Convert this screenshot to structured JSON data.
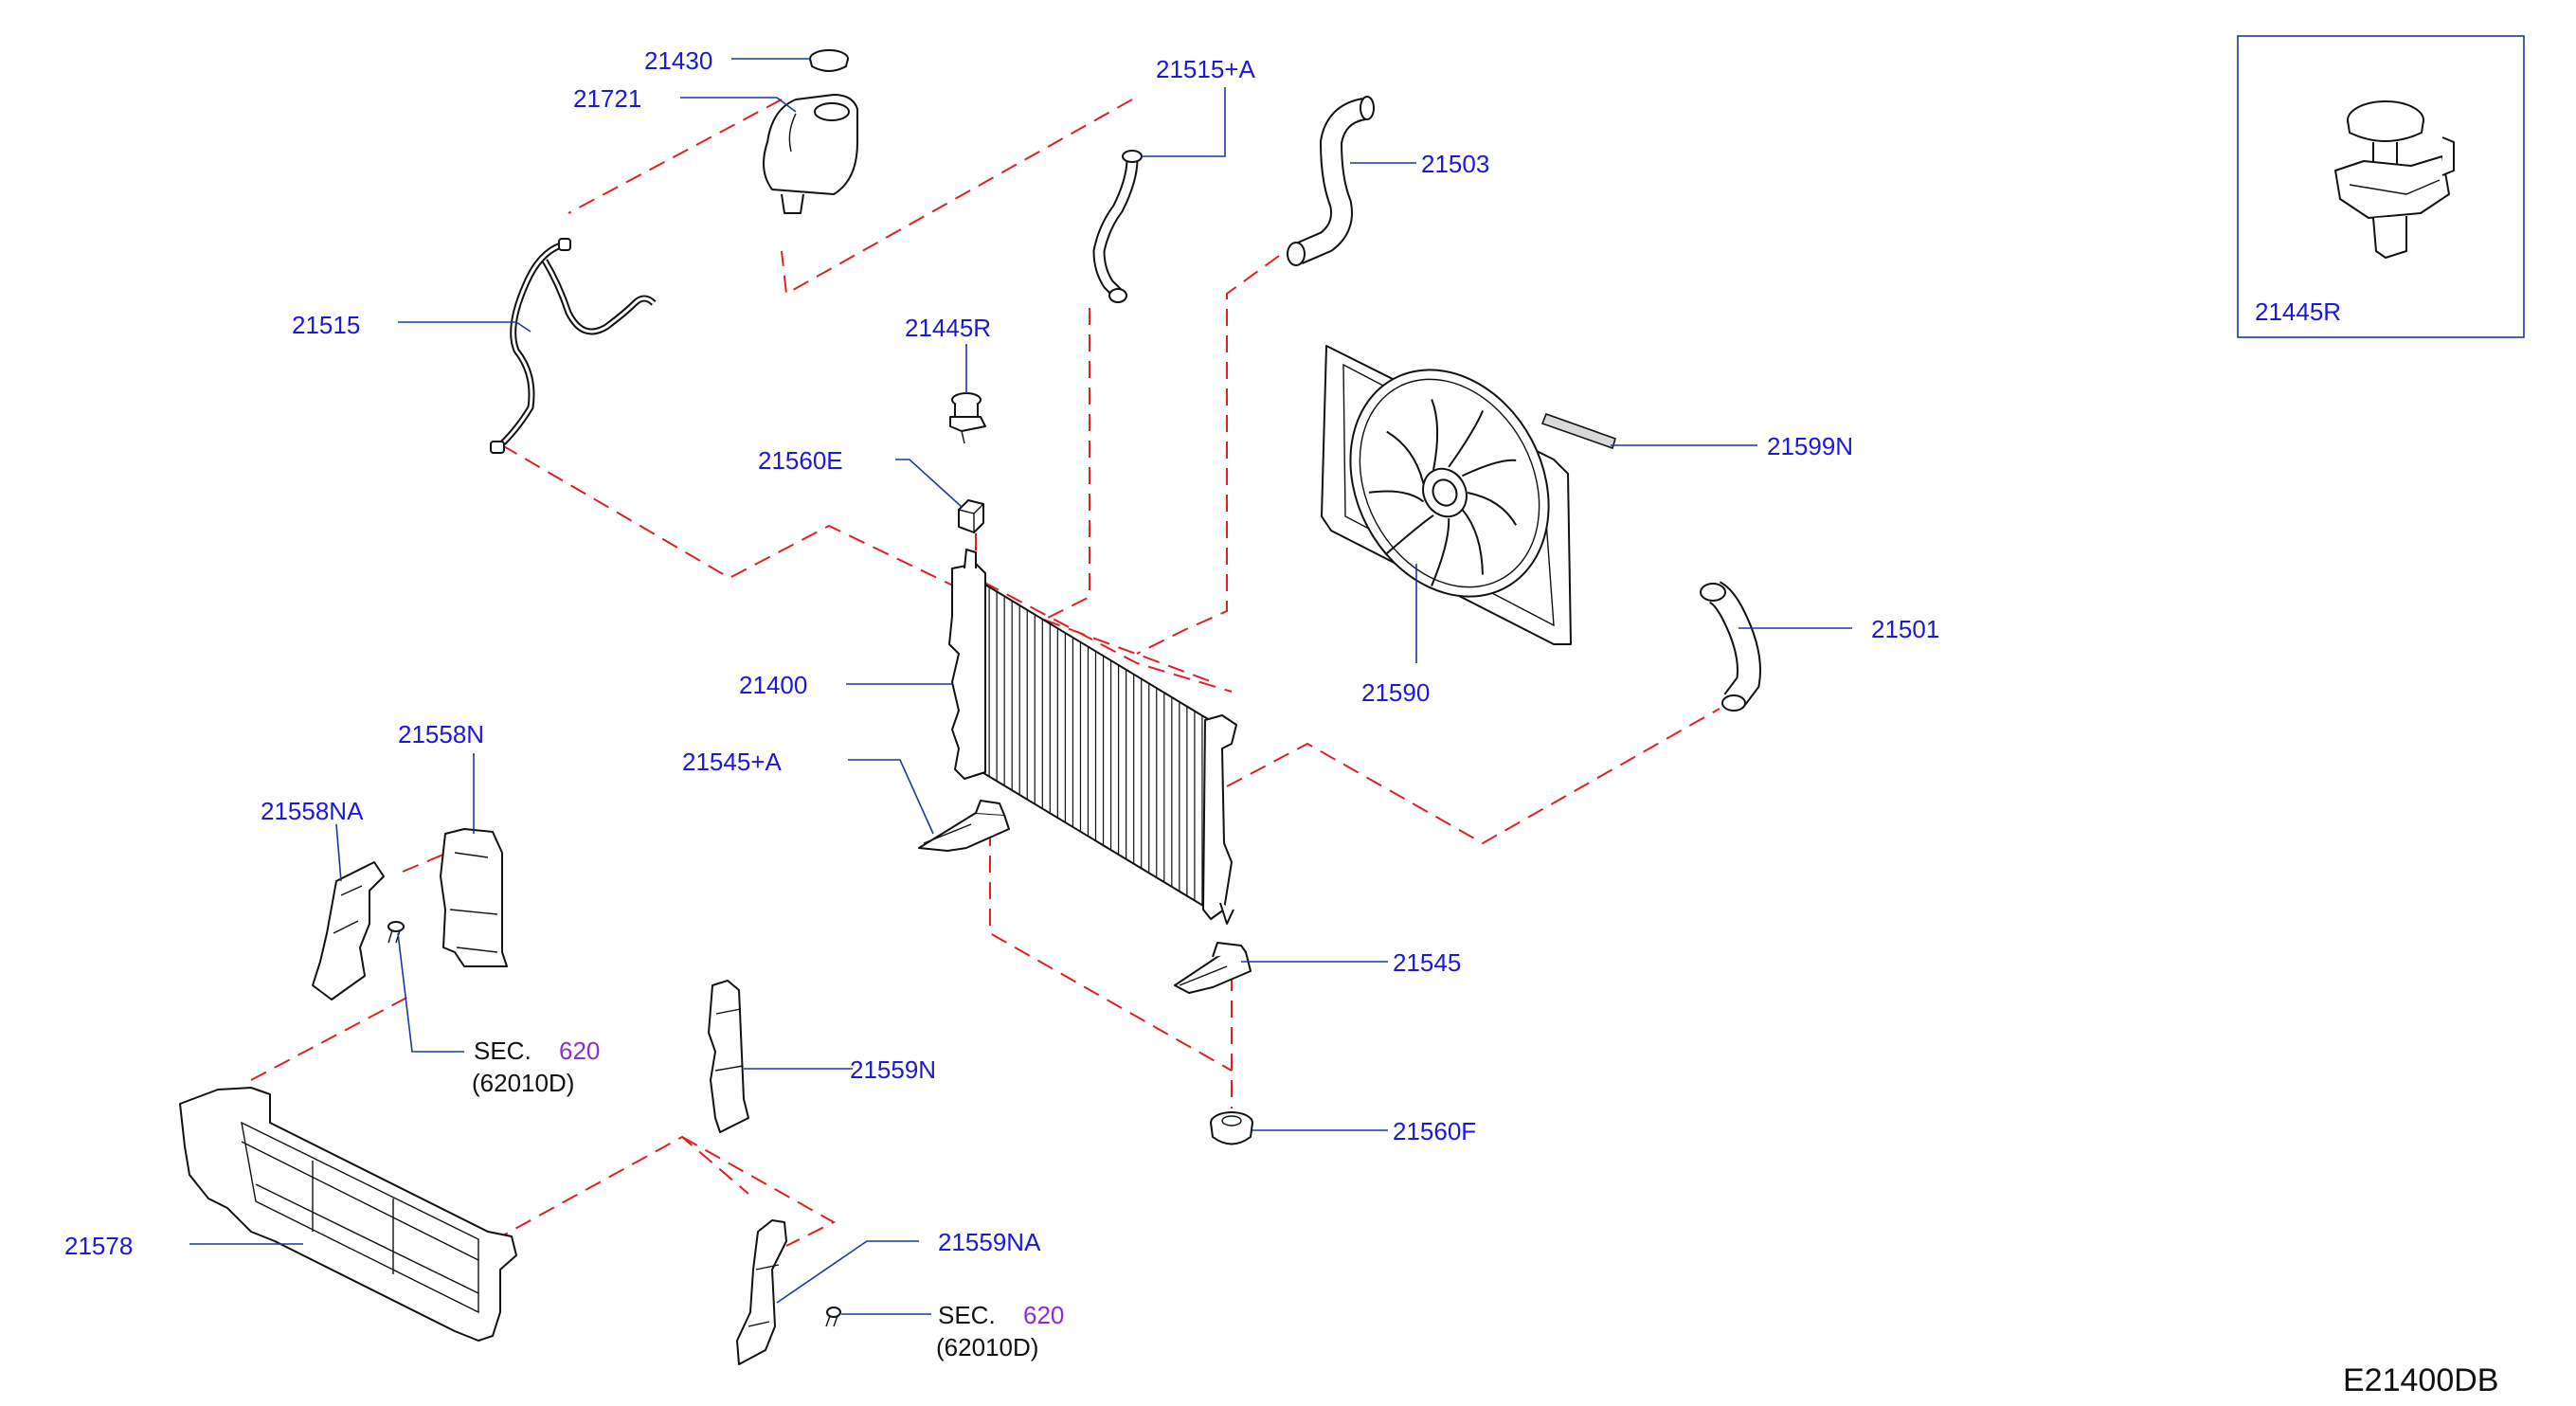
{
  "labels": {
    "p21430": "21430",
    "p21721": "21721",
    "p21515": "21515",
    "p21515A": "21515+A",
    "p21503": "21503",
    "p21445R": "21445R",
    "p21560E": "21560E",
    "p21599N": "21599N",
    "p21400": "21400",
    "p21590": "21590",
    "p21501": "21501",
    "p21545A": "21545+A",
    "p21558N": "21558N",
    "p21558NA": "21558NA",
    "p21545": "21545",
    "p21559N": "21559N",
    "p21560F": "21560F",
    "p21578": "21578",
    "p21559NA": "21559NA",
    "inset_21445R": "21445R"
  },
  "section_refs": [
    {
      "prefix": "SEC.",
      "number": "620",
      "sub": "(62010D)"
    },
    {
      "prefix": "SEC.",
      "number": "620",
      "sub": "(62010D)"
    }
  ],
  "diagram_code": "E21400DB",
  "colors": {
    "part_number_text": "#1a1ad6",
    "section_number_text": "#8a2be2",
    "dashed_lines": "#e02020",
    "leader_lines": "#1a3a9a"
  }
}
